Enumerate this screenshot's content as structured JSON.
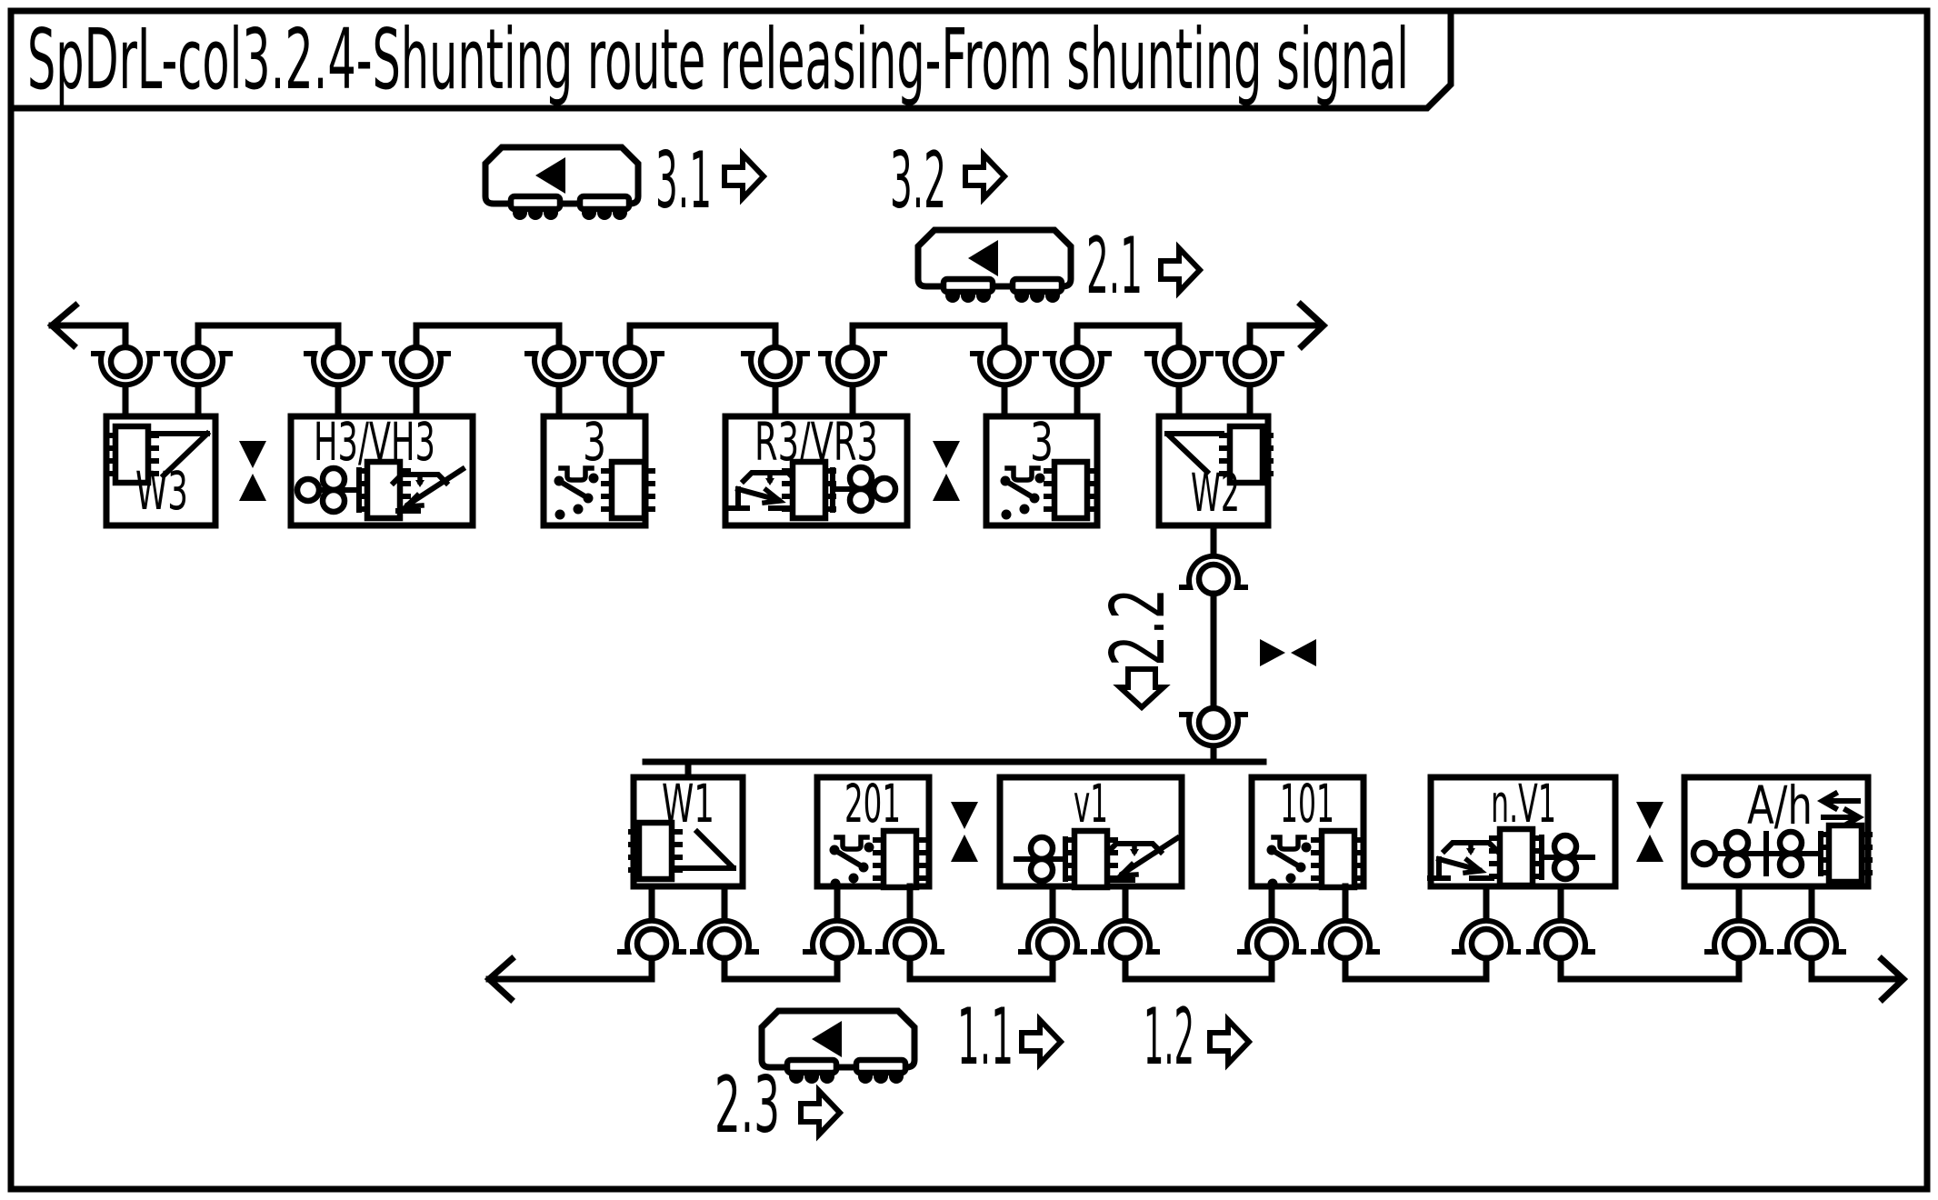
{
  "title": "SpDrL-col3.2.4-Shunting route releasing-From shunting signal",
  "colors": {
    "ink": "#000000",
    "paper": "#ffffff"
  },
  "boxes": {
    "w3": "W3",
    "h3vh3": "H3/VH3",
    "t3a": "3",
    "r3vr3": "R3/VR3",
    "t3b": "3",
    "w2": "W2",
    "w1": "W1",
    "b201": "201",
    "v1": "v1",
    "b101": "101",
    "nv1": "n.V1",
    "ah": "A/h"
  },
  "route_labels": {
    "l31": "3.1",
    "l32": "3.2",
    "l21": "2.1",
    "l22": "2.2",
    "l11": "1.1",
    "l12": "1.2",
    "l23": "2.3"
  },
  "icons": {
    "wagon": "rail-wagon-symbol",
    "plug": "plug-contact-symbol",
    "hourglass": "blocking-hourglass-symbol",
    "hollow_arrow": "route-direction-arrow",
    "line_arrow": "bus-continuation-arrow",
    "relay": "relay-ic-symbol"
  }
}
